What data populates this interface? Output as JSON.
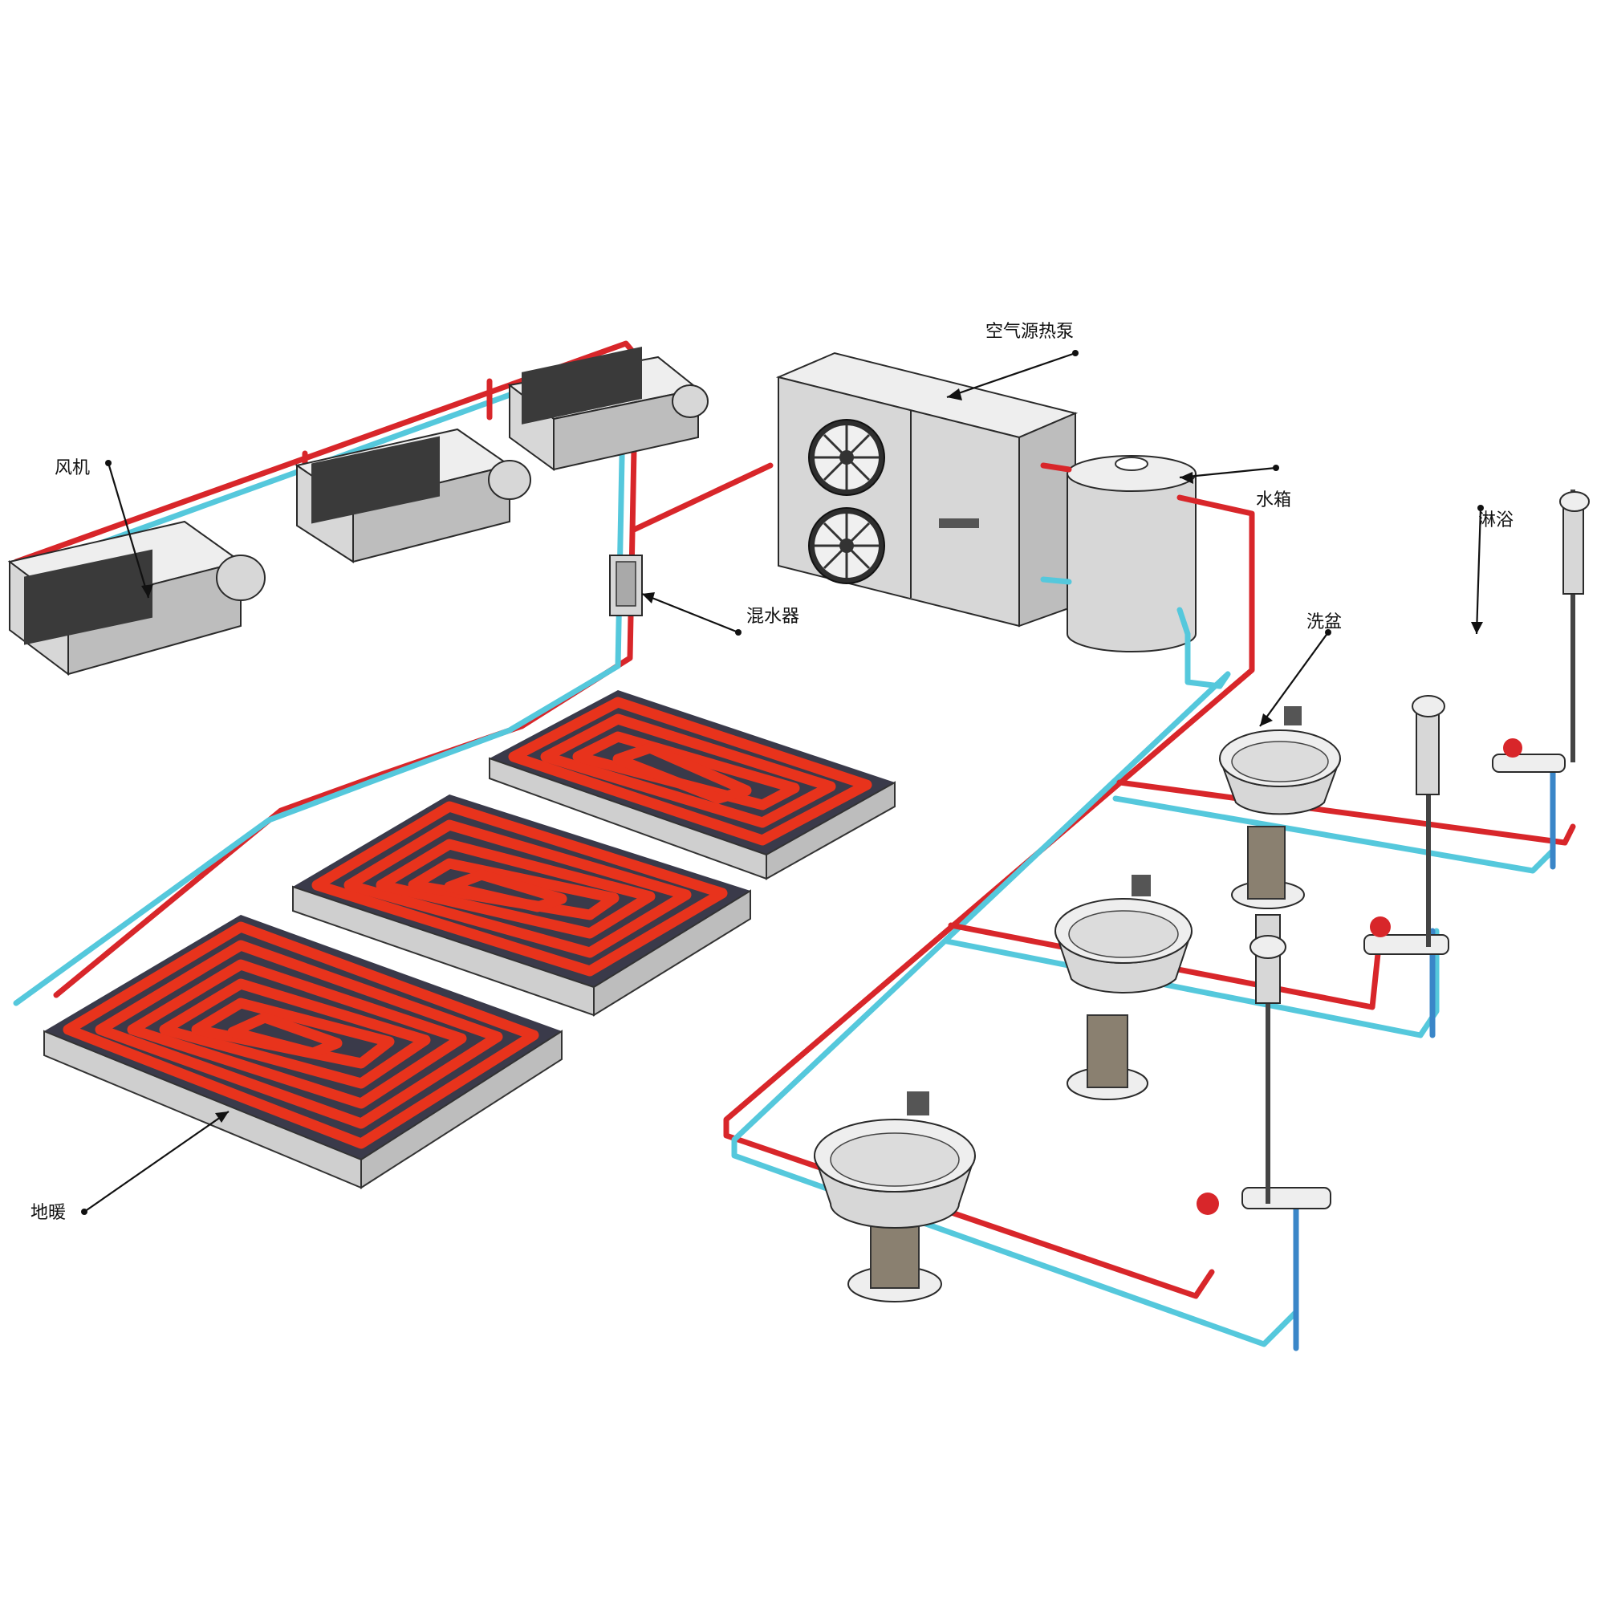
{
  "labels": {
    "fan_unit": "风机",
    "air_source_heat_pump": "空气源热泵",
    "water_tank": "水箱",
    "water_mixer": "混水器",
    "shower": "淋浴",
    "wash_basin": "洗盆",
    "floor_heating": "地暖"
  },
  "colors": {
    "hot_pipe": "#d8262a",
    "cold_pipe": "#55c8dc",
    "return_pipe": "#3a86c8",
    "heating_coil": "#e8331c",
    "equipment": "#d7d7d7"
  }
}
